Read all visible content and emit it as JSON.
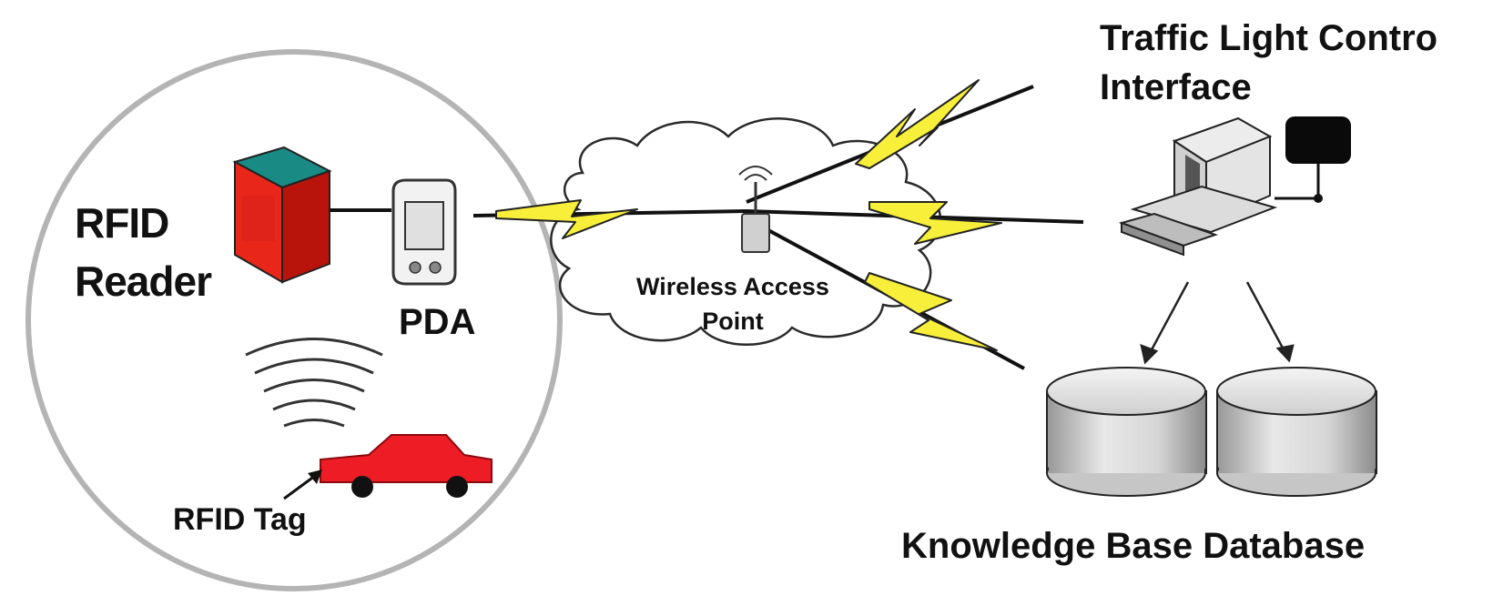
{
  "labels": {
    "rfid_reader_line1": "RFID",
    "rfid_reader_line2": "Reader",
    "pda": "PDA",
    "rfid_tag": "RFID Tag",
    "wireless_line1": "Wireless Access",
    "wireless_line2": "Point",
    "traffic_line1": "Traffic Light Contro",
    "traffic_line2": "Interface",
    "knowledge_base": "Knowledge Base Database"
  },
  "icons": [
    "rfid-reader-icon",
    "pda-icon",
    "radio-waves-icon",
    "car-icon",
    "cloud-icon",
    "access-point-antenna-icon",
    "lightning-bolt-icon",
    "computer-workstation-icon",
    "database-cylinder-icon"
  ],
  "colors": {
    "reader_red": "#e8261a",
    "reader_teal": "#1a8a84",
    "car_red": "#ee1c25",
    "lightning_yellow": "#f7ef3a",
    "circle_gray": "#b4b4b4",
    "database_gray": "#d0d0d0"
  }
}
